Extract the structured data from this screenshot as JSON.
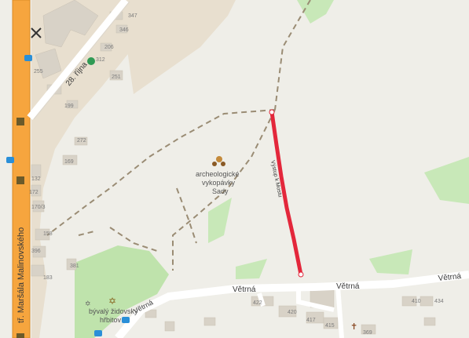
{
  "streets": {
    "main_avenue": "tř. Maršála Malinovského",
    "oct28": "28. října",
    "vetrna_1": "Větrná",
    "vetrna_2": "Větrná",
    "vetrna_3": "Větrná",
    "highlighted_path": "Výstup k Mostu"
  },
  "poi": {
    "archaeology_line1": "archeologické",
    "archaeology_line2": "vykopávky",
    "archaeology_line3": "Sady",
    "cemetery_line1": "bývalý židovský",
    "cemetery_line2": "hřbitov"
  },
  "house_numbers": {
    "n347": "347",
    "n346": "346",
    "n206": "206",
    "n312": "312",
    "n251": "251",
    "n255": "255",
    "n199": "199",
    "n272": "272",
    "n169": "169",
    "n132": "132",
    "n172": "172",
    "n170": "170/3",
    "n158": "158",
    "n396": "396",
    "n381": "381",
    "n183": "183",
    "n422": "422",
    "n420": "420",
    "n417": "417",
    "n415": "415",
    "n410": "410",
    "n434": "434",
    "n369": "369"
  },
  "colors": {
    "main_road": "#f6a53e",
    "highlight_route": "#e3273b",
    "park_green": "#bfe3ac",
    "background": "#efeee8"
  }
}
